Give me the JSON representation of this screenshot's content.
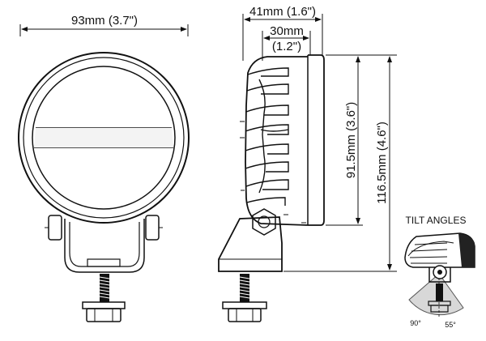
{
  "dimensions": {
    "front_width": "93mm (3.7\")",
    "side_depth": "41mm (1.6\")",
    "body_depth_mm": "30mm",
    "body_depth_in": "(1.2\")",
    "lens_height": "91.5mm (3.6\")",
    "total_height": "116.5mm (4.6\")"
  },
  "tilt": {
    "title": "TILT ANGLES",
    "angle_left": "90°",
    "angle_right": "55°"
  }
}
